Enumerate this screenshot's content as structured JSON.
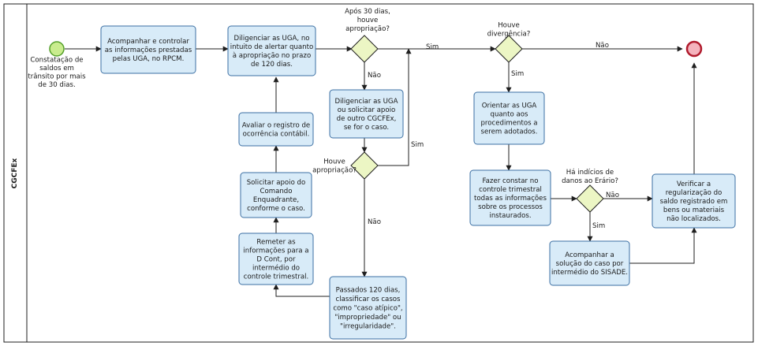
{
  "pool": {
    "label": "CGCFEx"
  },
  "events": {
    "start_label": [
      "Constatação de",
      "saldos em",
      "trânsito por mais",
      "de 30 dias."
    ]
  },
  "tasks": {
    "acompanhar": [
      "Acompanhar e controlar",
      "as informações prestadas",
      "pelas UGA, no RPCM."
    ],
    "diligenciar": [
      "Diligenciar as UGA, no",
      "intuito de alertar quanto",
      "à apropriação no prazo",
      "de 120 dias."
    ],
    "diligenciar_apoio": [
      "Diligenciar as UGA",
      "ou solicitar apoio",
      "de outro CGCFEx,",
      "se for o caso."
    ],
    "avaliar": [
      "Avaliar o registro de",
      "ocorrência contábil."
    ],
    "solicitar": [
      "Solicitar apoio do",
      "Comando",
      "Enquadrante,",
      "conforme o caso."
    ],
    "remeter": [
      "Remeter as",
      "informações para a",
      "D Cont, por",
      "intermédio do",
      "controle trimestral."
    ],
    "passados": [
      "Passados 120 dias,",
      "classificar os casos",
      "como \"caso atípico\",",
      "\"impropriedade\" ou",
      "\"irregularidade\"."
    ],
    "orientar": [
      "Orientar as UGA",
      "quanto aos",
      "procedimentos a",
      "serem adotados."
    ],
    "fazer_constar": [
      "Fazer constar no",
      "controle trimestral",
      "todas as informações",
      "sobre os processos",
      "instaurados."
    ],
    "acompanhar_sisade": [
      "Acompanhar a",
      "solução do caso por",
      "intermédio do SISADE."
    ],
    "verificar": [
      "Verificar a",
      "regularização do",
      "saldo registrado em",
      "bens ou materiais",
      "não localizados."
    ]
  },
  "gateways": {
    "apos30": [
      "Após 30 dias,",
      "houve",
      "apropriação?"
    ],
    "houve_apropriacao": [
      "Houve",
      "apropriação?"
    ],
    "divergencia": [
      "Houve",
      "divergência?"
    ],
    "danos": [
      "Há indícios de",
      "danos ao Erário?"
    ]
  },
  "flow_labels": {
    "sim_1": "Sim",
    "nao_1": "Não",
    "sim_2": "Sim",
    "nao_2": "Não",
    "nao_3": "Não",
    "sim_3": "Sim",
    "nao_4": "Não",
    "sim_4": "Sim"
  },
  "colors": {
    "task_fill": "#d8ebf8",
    "task_stroke": "#3b6fa3",
    "gateway_fill": "#ecf6c4",
    "start_fill": "#c9ec8e",
    "start_stroke": "#55a02b",
    "end_fill": "#f4b3bd",
    "end_stroke": "#b01a2c"
  }
}
